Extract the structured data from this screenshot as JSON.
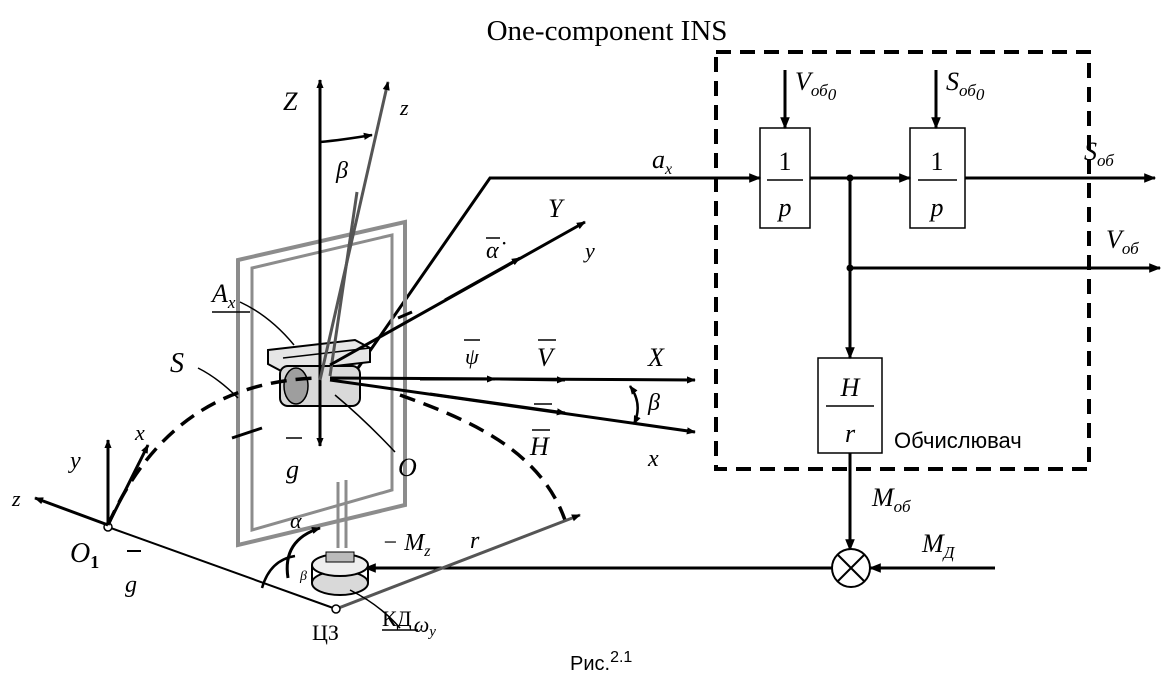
{
  "title": "One-component INS",
  "caption": {
    "main": "Рис.",
    "num": "2.1"
  },
  "colors": {
    "line": "#000000",
    "gimbal": "#8c8c8c",
    "rod": "#555555",
    "background": "#ffffff"
  },
  "blocks": {
    "int1": {
      "num": "1",
      "den": "p"
    },
    "int2": {
      "num": "1",
      "den": "p"
    },
    "gain": {
      "num": "H",
      "den": "r"
    },
    "computer_label": "Обчислювач"
  },
  "signals": {
    "ax": {
      "base": "a",
      "sub": "x"
    },
    "v0": {
      "base": "V",
      "sub": "об",
      "subsub": "0"
    },
    "s0": {
      "base": "S",
      "sub": "об",
      "subsub": "0"
    },
    "s_out": {
      "base": "S",
      "sub": "об"
    },
    "v_out": {
      "base": "V",
      "sub": "об"
    },
    "m_ob": {
      "base": "M",
      "sub": "об"
    },
    "m_d": {
      "base": "M",
      "sub": "Д"
    }
  },
  "axes_labels": {
    "Z": "Z",
    "z": "z",
    "beta": "β",
    "Y": "Y",
    "y": "y",
    "alpha_dot": "α̇",
    "X": "X",
    "x": "x",
    "omega": "ψ",
    "V": "V",
    "H": "H",
    "g": "g",
    "O": "O",
    "Ax": {
      "base": "A",
      "sub": "x"
    },
    "S": "S",
    "r": "r",
    "minus_Mz": {
      "base": "− M",
      "sub": "z"
    },
    "alpha": "α",
    "beta_small": "β"
  },
  "left_frame": {
    "y": "y",
    "x": "x",
    "z": "z",
    "O1": {
      "base": "O",
      "sub": "1"
    },
    "g": "g"
  },
  "base_labels": {
    "cz": "ЦЗ",
    "kd": "КД",
    "omega_y": {
      "base": "ω",
      "sub": "y"
    }
  }
}
